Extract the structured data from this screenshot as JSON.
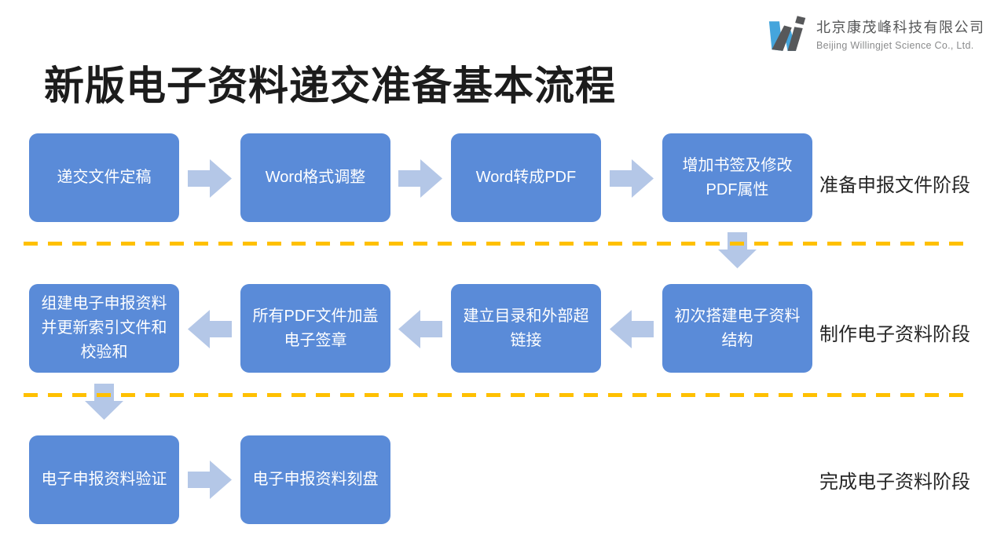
{
  "header": {
    "title": "新版电子资料递交准备基本流程",
    "logo": {
      "icon": "willingjet-w-logo-icon",
      "company_cn": "北京康茂峰科技有限公司",
      "company_en": "Beijing Willingjet Science Co., Ltd."
    }
  },
  "colors": {
    "box_blue": "#5a8bd8",
    "arrow_light_blue": "#b4c7e7",
    "dash_yellow": "#ffc000",
    "title_text": "#1c1c1c",
    "box_text": "#ffffff",
    "logo_blue": "#45a5dc",
    "logo_gray": "#57585a"
  },
  "flow": {
    "rows": [
      {
        "stage_label": "准备申报文件阶段",
        "direction": "right",
        "boxes": [
          "递交文件定稿",
          "Word格式调整",
          "Word转成PDF",
          "增加书签及修改PDF属性"
        ]
      },
      {
        "stage_label": "制作电子资料阶段",
        "direction": "left",
        "boxes": [
          "组建电子申报资料并更新索引文件和校验和",
          "所有PDF文件加盖电子签章",
          "建立目录和外部超链接",
          "初次搭建电子资料结构"
        ]
      },
      {
        "stage_label": "完成电子资料阶段",
        "direction": "right",
        "boxes": [
          "电子申报资料验证",
          "电子申报资料刻盘"
        ]
      }
    ],
    "connectors": {
      "right_arrow_icon": "arrow-right-icon",
      "left_arrow_icon": "arrow-left-icon",
      "down_arrow_icon": "arrow-down-icon",
      "separator": "dashed-line"
    }
  }
}
